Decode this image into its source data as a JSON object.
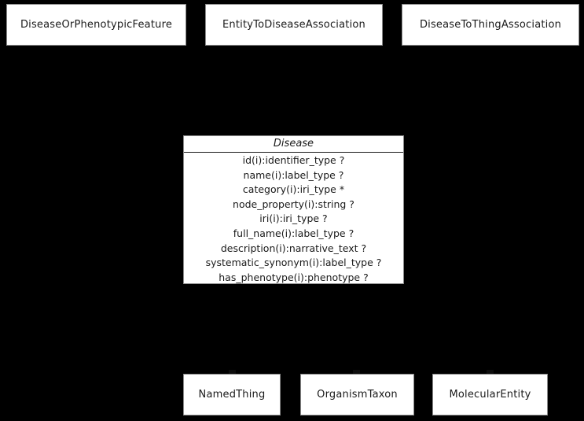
{
  "diagram": {
    "title": "Disease",
    "type": "uml-class-diagram",
    "background_color": "#000000",
    "box_fill_color": "#ffffff",
    "box_border_color": "#8a8a8a",
    "text_color": "#1a1a1a"
  },
  "top_classes": [
    {
      "name": "DiseaseOrPhenotypicFeature"
    },
    {
      "name": "EntityToDiseaseAssociation"
    },
    {
      "name": "DiseaseToThingAssociation"
    }
  ],
  "main_class": {
    "name": "Disease",
    "attributes": [
      {
        "text": "id(i):identifier_type ?"
      },
      {
        "text": "name(i):label_type ?"
      },
      {
        "text": "category(i):iri_type *"
      },
      {
        "text": "node_property(i):string ?"
      },
      {
        "text": "iri(i):iri_type ?"
      },
      {
        "text": "full_name(i):label_type ?"
      },
      {
        "text": "description(i):narrative_text ?"
      },
      {
        "text": "systematic_synonym(i):label_type ?"
      },
      {
        "text": "has_phenotype(i):phenotype ?"
      }
    ]
  },
  "bottom_classes": [
    {
      "name": "NamedThing"
    },
    {
      "name": "OrganismTaxon"
    },
    {
      "name": "MolecularEntity"
    }
  ]
}
